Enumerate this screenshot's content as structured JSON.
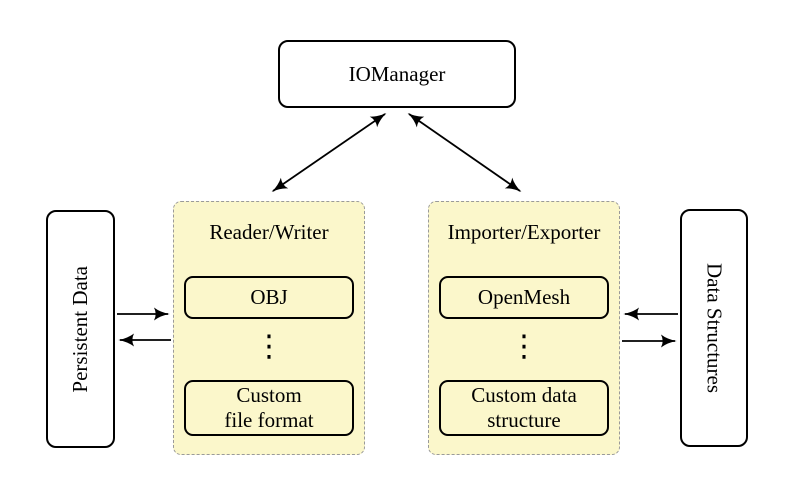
{
  "diagram": {
    "iomanager": {
      "label": "IOManager"
    },
    "persistent_data": {
      "label": "Persistent Data"
    },
    "data_structures": {
      "label": "Data Structures"
    },
    "reader_writer": {
      "title": "Reader/Writer",
      "items": [
        {
          "label": "OBJ"
        },
        {
          "line1": "Custom",
          "line2": "file format"
        }
      ],
      "ellipsis": "⋮"
    },
    "importer_exporter": {
      "title": "Importer/Exporter",
      "items": [
        {
          "label": "OpenMesh"
        },
        {
          "line1": "Custom data",
          "line2": "structure"
        }
      ],
      "ellipsis": "⋮"
    },
    "colors": {
      "group_fill": "#FBF7CB",
      "group_border": "#9A9A9A",
      "node_border": "#000000",
      "arrow": "#000000",
      "background": "#FFFFFF"
    }
  }
}
